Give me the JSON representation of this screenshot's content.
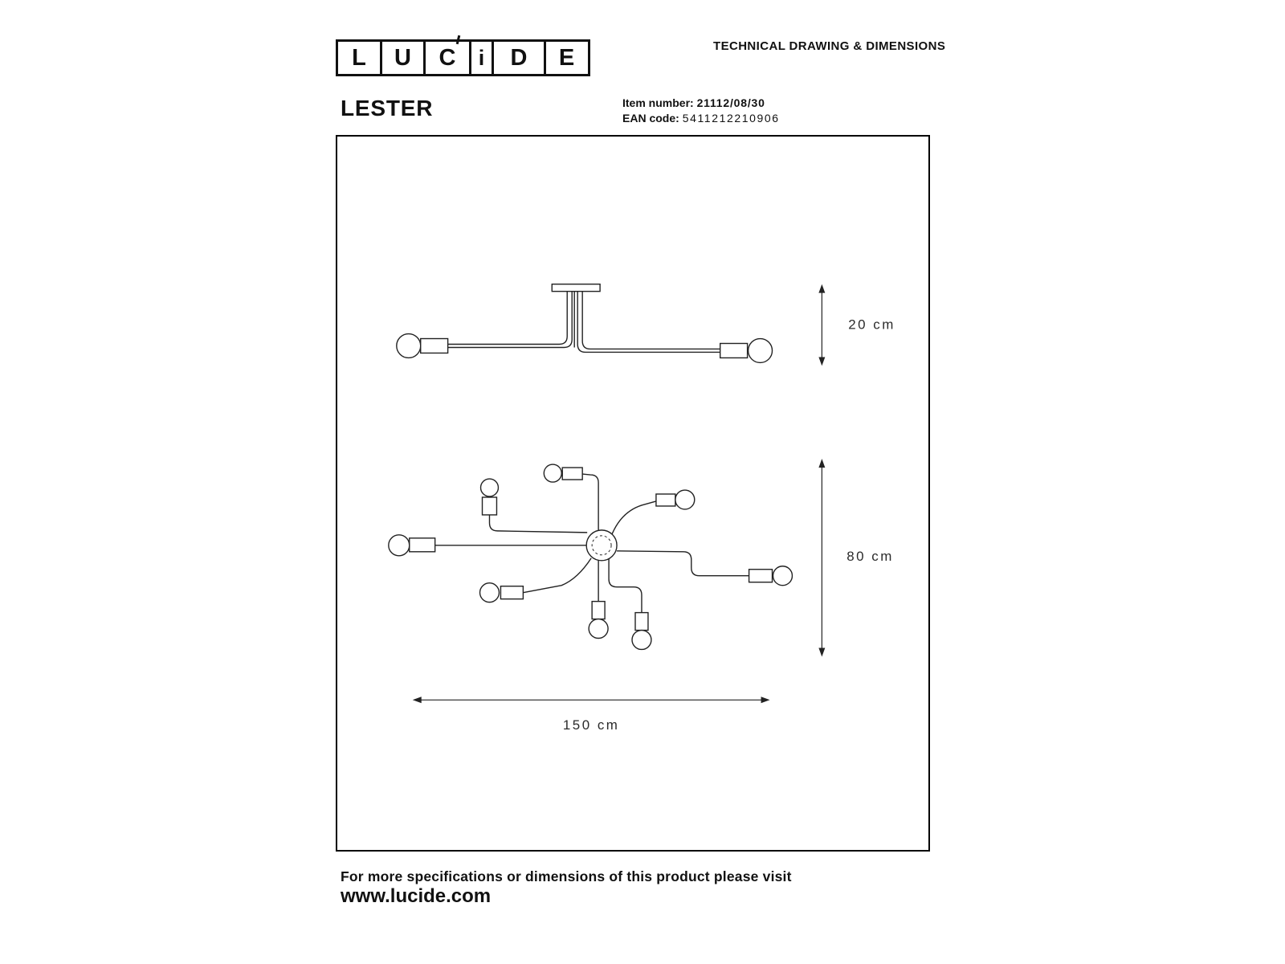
{
  "header": {
    "logo_letters": [
      "L",
      "U",
      "C",
      "i",
      "D",
      "E"
    ],
    "doc_title": "TECHNICAL DRAWING & DIMENSIONS",
    "product_name": "LESTER",
    "item_number_label": "Item number:",
    "item_number_value": "21112/08/30",
    "ean_label": "EAN code:",
    "ean_value": "5411212210906"
  },
  "drawing": {
    "dimensions": {
      "height": "20 cm",
      "spread": "80 cm",
      "width": "150 cm"
    }
  },
  "footer": {
    "note": "For more specifications or dimensions of this product please visit",
    "website": "www.lucide.com"
  }
}
